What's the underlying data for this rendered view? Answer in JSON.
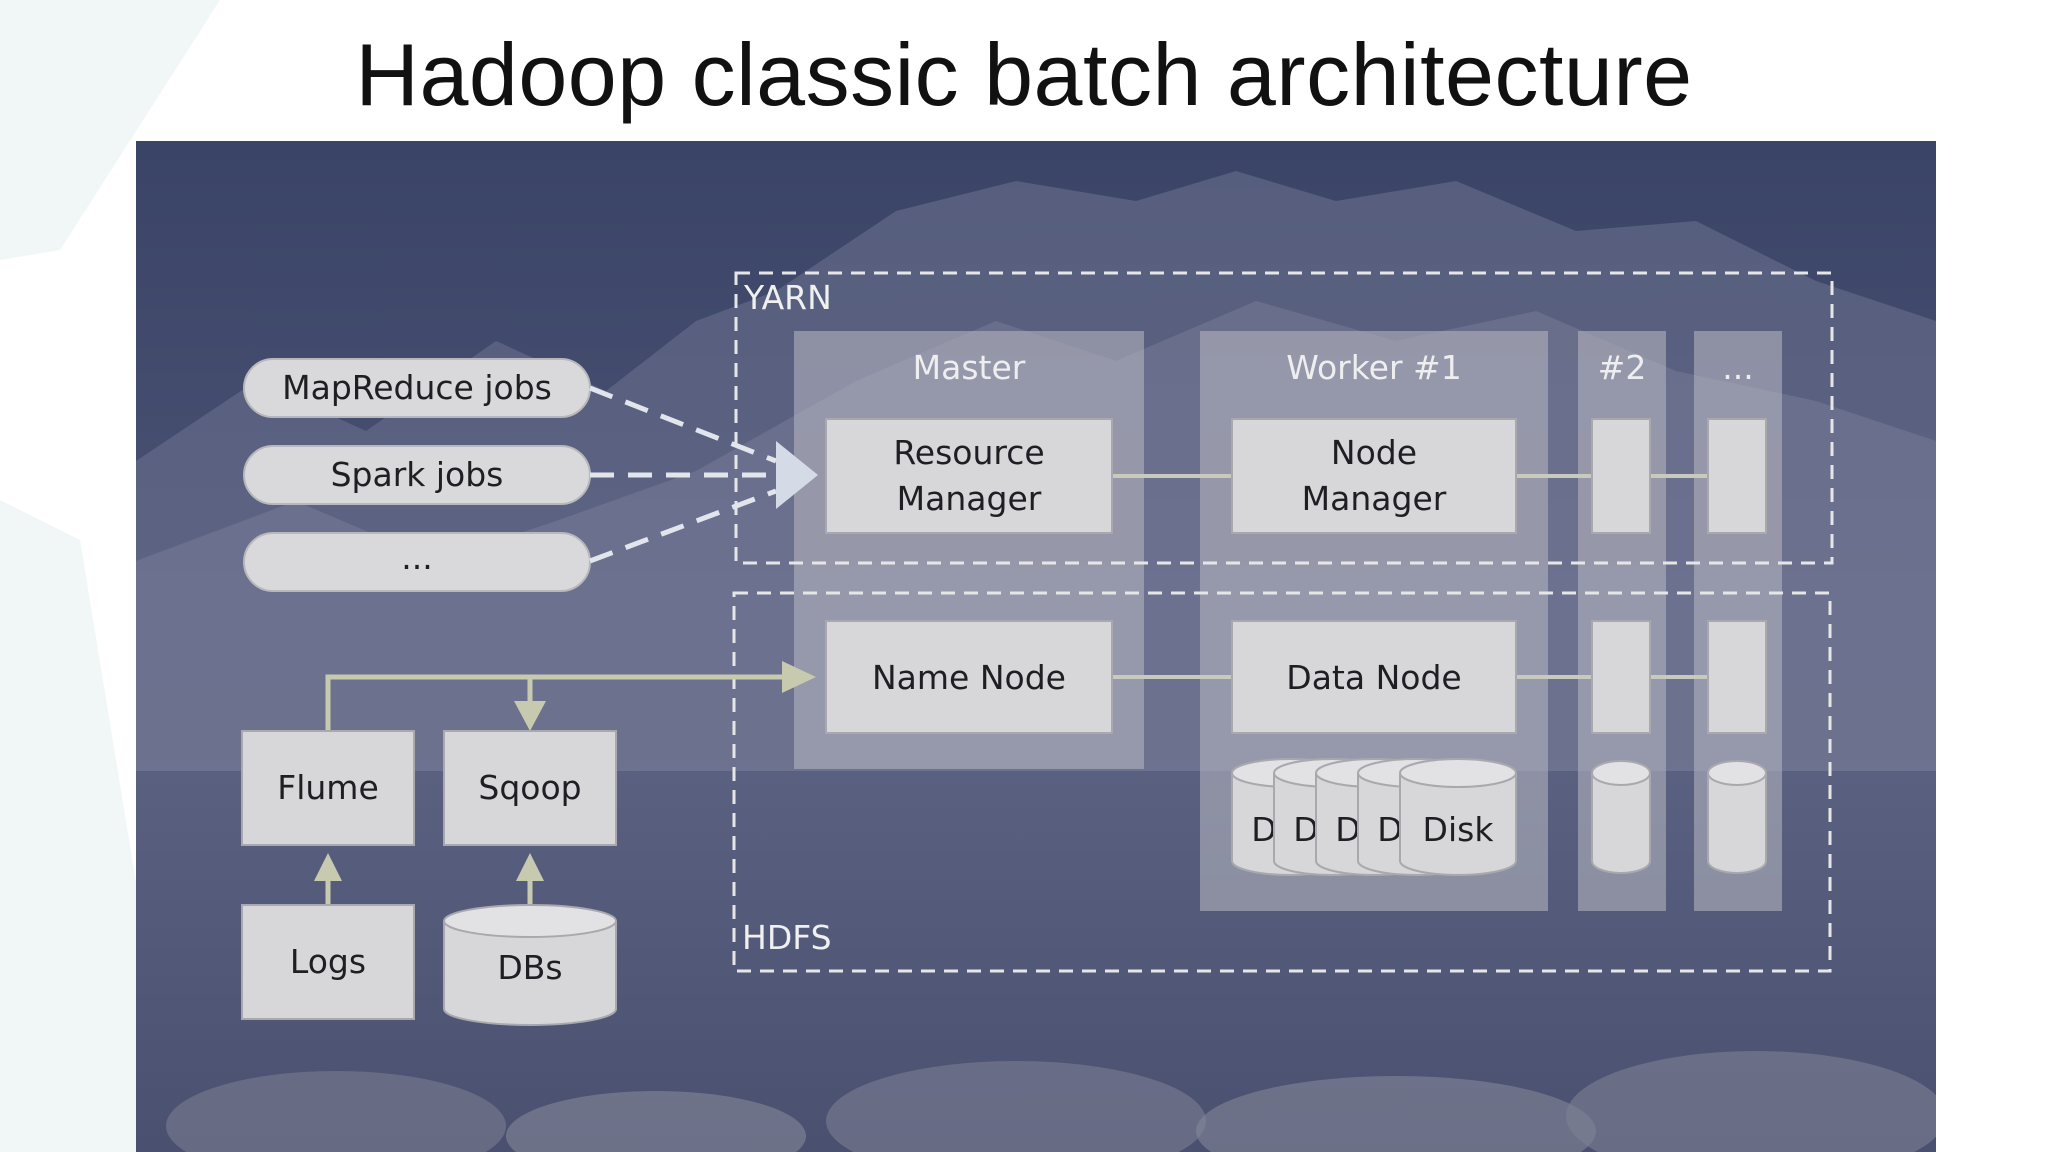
{
  "title": "Hadoop classic batch architecture",
  "diagram": {
    "regions": {
      "yarn": "YARN",
      "hdfs": "HDFS"
    },
    "jobs": [
      "MapReduce jobs",
      "Spark jobs",
      "..."
    ],
    "columns": {
      "master": "Master",
      "worker1": "Worker #1",
      "worker2": "#2",
      "more": "..."
    },
    "components": {
      "resource_manager": [
        "Resource",
        "Manager"
      ],
      "node_manager": [
        "Node",
        "Manager"
      ],
      "name_node": "Name Node",
      "data_node": "Data Node"
    },
    "disks": {
      "truncated": "D",
      "label": "Disk"
    },
    "ingest": {
      "flume": "Flume",
      "sqoop": "Sqoop",
      "logs": "Logs",
      "dbs": "DBs"
    }
  }
}
